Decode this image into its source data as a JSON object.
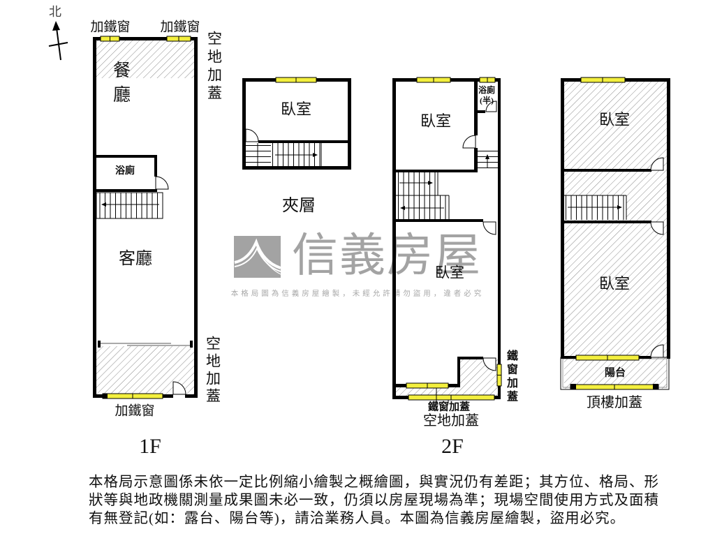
{
  "compass": {
    "north": "北"
  },
  "colors": {
    "wall": "#000000",
    "window": "#f3ef3e",
    "hatch": "#8c8c8c",
    "watermark": "#a3a3a3"
  },
  "watermark": {
    "brand": "信義房屋",
    "notice": "本格局圖為信義房屋繪製，未經允許請勿盜用，違者必究"
  },
  "floor_1f": {
    "floor_label": "1F",
    "top_window_left": "加鐵窗",
    "top_window_right": "加鐵窗",
    "dining_room": "餐廳",
    "bathroom": "浴廁",
    "living_room": "客廳",
    "annex_top": "空地加蓋",
    "annex_bottom": "空地加蓋",
    "bottom_window": "加鐵窗"
  },
  "mezzanine": {
    "floor_label": "夾層",
    "bedroom": "臥室"
  },
  "floor_2f": {
    "floor_label": "2F",
    "bedroom_front": "臥室",
    "half_bath_line1": "浴廁",
    "half_bath_line2": "(半)",
    "bedroom_rear": "臥室",
    "iron_window_annex_bottom": "鐵窗加蓋",
    "open_land_annex": "空地加蓋",
    "iron_window_annex_side": "鐵窗加蓋"
  },
  "rooftop": {
    "floor_label": "頂樓加蓋",
    "bedroom_front": "臥室",
    "bedroom_rear": "臥室",
    "balcony": "陽台"
  },
  "disclaimer": {
    "lines": [
      "本格局示意圖係未依一定比例縮小繪製之概繪圖，與實況仍有差距；其方位、格局、形",
      "狀等與地政機關測量成果圖未必一致，仍須以房屋現場為準；現場空間使用方式及面積",
      "有無登記(如：露台、陽台等)，請洽業務人員。本圖為信義房屋繪製，盜用必究。"
    ]
  }
}
